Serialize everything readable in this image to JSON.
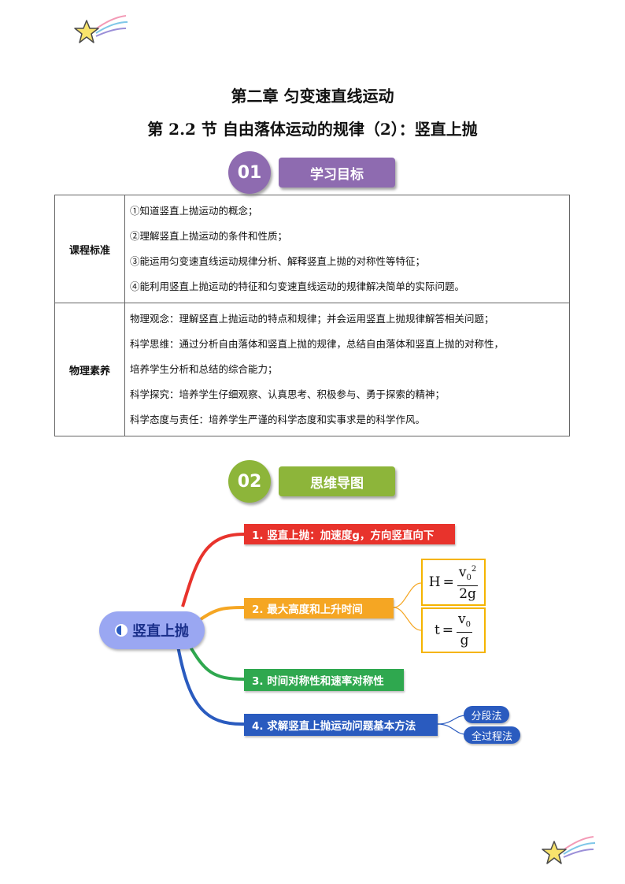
{
  "header": {
    "chapter": "第二章  匀变速直线运动",
    "section": "第 2.2 节  自由落体运动的规律（2）：竖直上抛"
  },
  "badges": [
    {
      "number": "01",
      "label": "学习目标"
    },
    {
      "number": "02",
      "label": "思维导图"
    }
  ],
  "goals_table": {
    "rows": [
      {
        "heading": "课程标准",
        "lines": [
          "①知道竖直上抛运动的概念；",
          "②理解竖直上抛运动的条件和性质；",
          "③能运用匀变速直线运动规律分析、解释竖直上抛的对称性等特征；",
          "④能利用竖直上抛运动的特征和匀变速直线运动的规律解决简单的实际问题。"
        ]
      },
      {
        "heading": "物理素养",
        "lines": [
          "物理观念：理解竖直上抛运动的特点和规律；并会运用竖直上抛规律解答相关问题；",
          "科学思维：通过分析自由落体和竖直上抛的规律，总结自由落体和竖直上抛的对称性，",
          "培养学生分析和总结的综合能力；",
          "科学探究：培养学生仔细观察、认真思考、积极参与、勇于探索的精神；",
          "科学态度与责任：培养学生严谨的科学态度和实事求是的科学作风。"
        ]
      }
    ]
  },
  "mindmap": {
    "center": "竖直上抛",
    "branches": [
      {
        "label": "1. 竖直上抛：加速度g，方向竖直向下",
        "color": "#e8332c"
      },
      {
        "label": "2. 最大高度和上升时间",
        "color": "#f5a623"
      },
      {
        "label": "3. 时间对称性和速率对称性",
        "color": "#2fa84f"
      },
      {
        "label": "4. 求解竖直上抛运动问题基本方法",
        "color": "#2a5bbf"
      }
    ],
    "formulas": {
      "height": {
        "lhs": "H",
        "eq": "=",
        "num": "v",
        "num_sub": "0",
        "num_sup": "2",
        "den": "2g"
      },
      "time": {
        "lhs": "t",
        "eq": "=",
        "num": "v",
        "num_sub": "0",
        "den": "g"
      }
    },
    "methods": [
      "分段法",
      "全过程法"
    ]
  },
  "colors": {
    "badge1_circle": "#8e6bb0",
    "badge1_pill": "#8e6bb0",
    "badge2_circle": "#8db53a",
    "badge2_pill": "#8db53a",
    "center_node": "#9aa7f2"
  }
}
